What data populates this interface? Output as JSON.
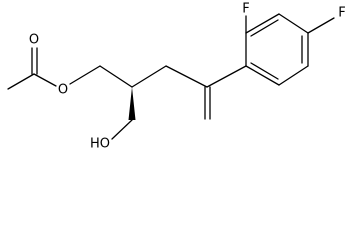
{
  "molecule": {
    "atom_labels": {
      "carbonyl_oxygen": "O",
      "ester_oxygen": "O",
      "hydroxyl": "HO",
      "fluorine_ortho": "F",
      "fluorine_para": "F"
    },
    "stereo_bond": "solid-wedge",
    "colors": {
      "bond": "#000000",
      "label": "#000000",
      "background": "#ffffff"
    }
  }
}
